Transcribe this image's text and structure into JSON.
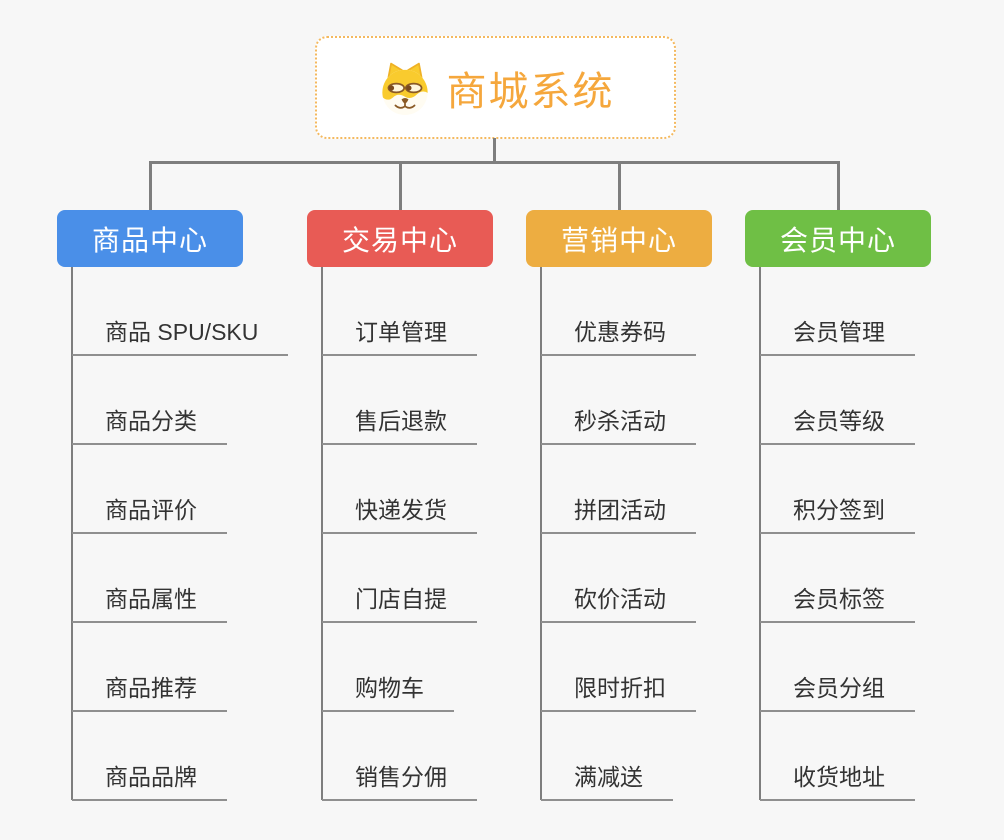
{
  "root": {
    "title": "商城系统",
    "icon": "dog-face-icon"
  },
  "colors": {
    "background": "#F7F7F7",
    "connector": "#7E7E7E",
    "leaf_underline": "#8F8F8F",
    "leaf_text": "#333333",
    "root_border": "#F4B95F",
    "root_text": "#F5A73C"
  },
  "branches": [
    {
      "label": "商品中心",
      "color": "#4A8FE8",
      "items": [
        "商品 SPU/SKU",
        "商品分类",
        "商品评价",
        "商品属性",
        "商品推荐",
        "商品品牌"
      ]
    },
    {
      "label": "交易中心",
      "color": "#E85B55",
      "items": [
        "订单管理",
        "售后退款",
        "快递发货",
        "门店自提",
        "购物车",
        "销售分佣"
      ]
    },
    {
      "label": "营销中心",
      "color": "#EDAD41",
      "items": [
        "优惠券码",
        "秒杀活动",
        "拼团活动",
        "砍价活动",
        "限时折扣",
        "满减送"
      ]
    },
    {
      "label": "会员中心",
      "color": "#6FBF45",
      "items": [
        "会员管理",
        "会员等级",
        "积分签到",
        "会员标签",
        "会员分组",
        "收货地址"
      ]
    }
  ]
}
